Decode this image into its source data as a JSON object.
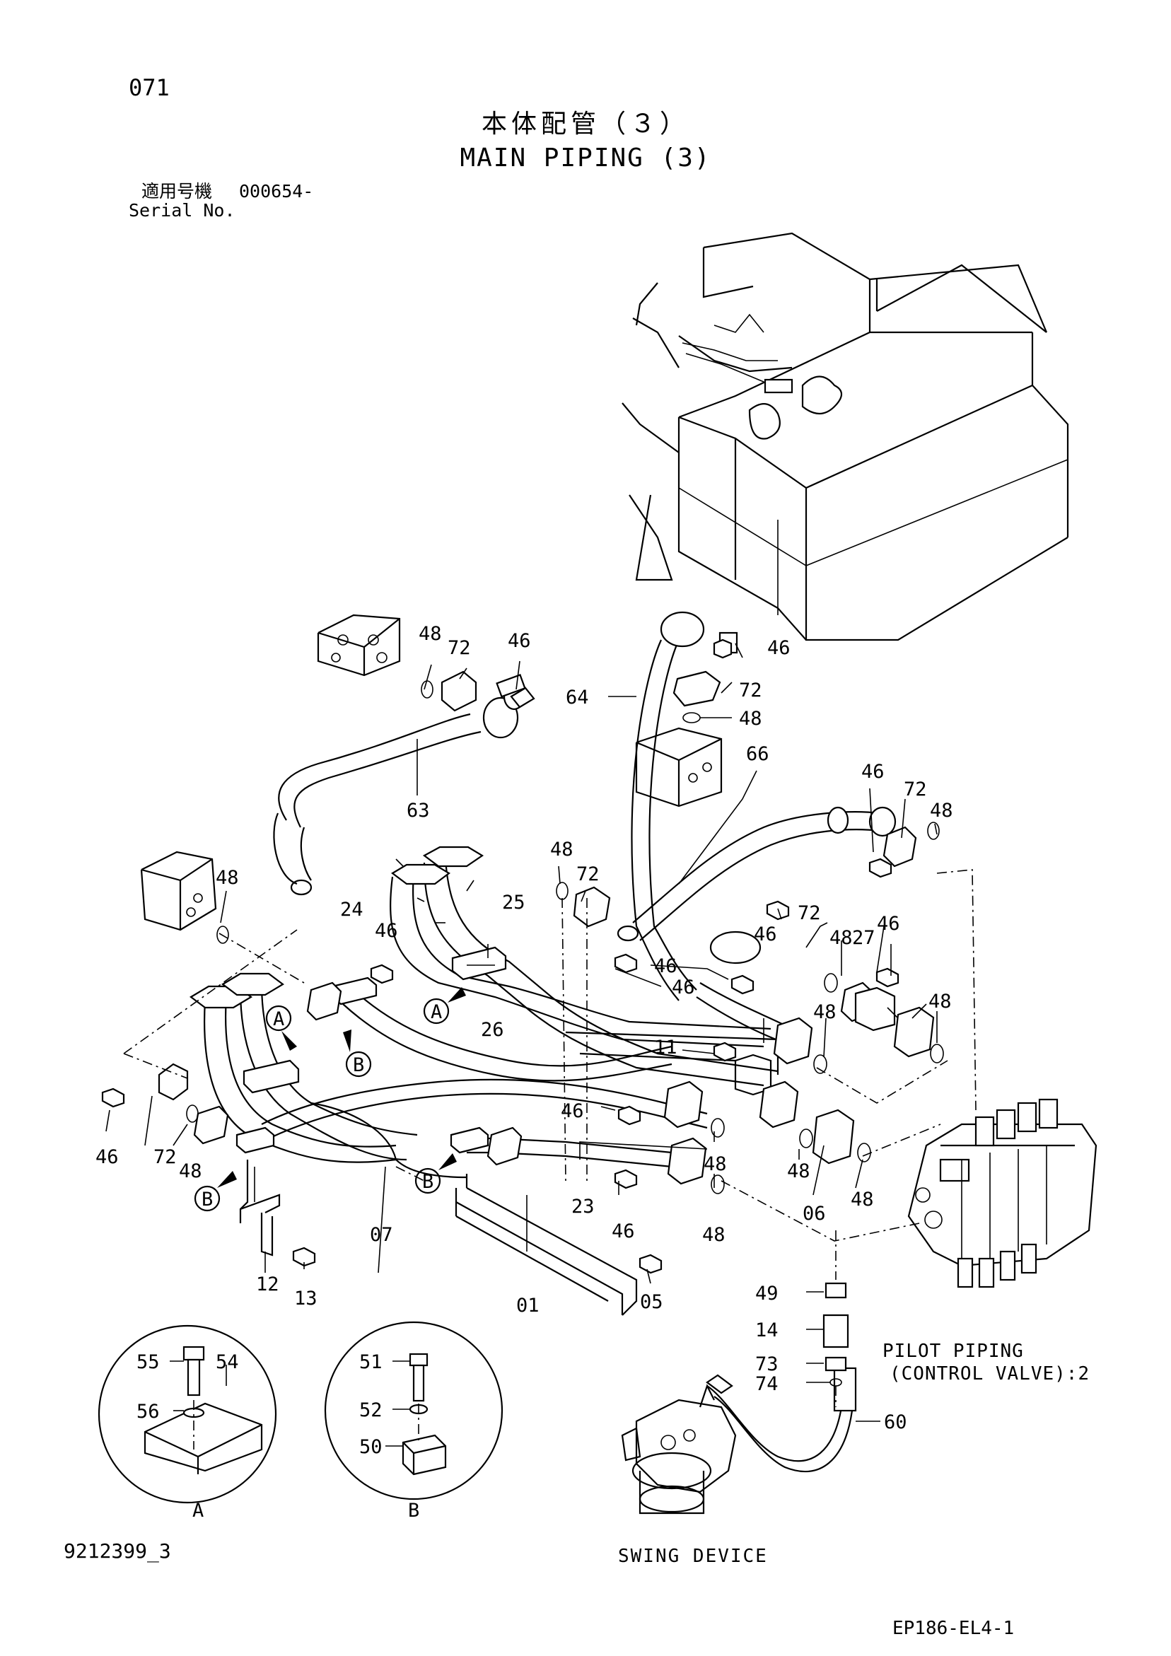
{
  "header": {
    "page_number": "071",
    "title_jp": "本体配管（３）",
    "title_en": "MAIN PIPING (3)",
    "serial_label_jp": "適用号機",
    "serial_value": "000654-",
    "serial_label_en": "Serial No."
  },
  "footer": {
    "doc_code": "9212399_3",
    "figure_code": "EP186-EL4-1"
  },
  "annotations": {
    "pilot_line1": "PILOT PIPING",
    "pilot_line2": "(CONTROL VALVE):2",
    "swing_device": "SWING DEVICE",
    "detail_a": "A",
    "detail_b": "B"
  },
  "part_numbers": {
    "p01": "01",
    "p05": "05",
    "p06": "06",
    "p07": "07",
    "p11": "11",
    "p12": "12",
    "p13": "13",
    "p14": "14",
    "p23": "23",
    "p24": "24",
    "p25": "25",
    "p26": "26",
    "p27": "27",
    "p46": "46",
    "p48": "48",
    "p49": "49",
    "p50": "50",
    "p51": "51",
    "p52": "52",
    "p54": "54",
    "p55": "55",
    "p56": "56",
    "p60": "60",
    "p63": "63",
    "p64": "64",
    "p66": "66",
    "p72": "72",
    "p73": "73",
    "p74": "74"
  },
  "view_markers": {
    "a": "A",
    "b": "B"
  },
  "colors": {
    "ink": "#000000",
    "paper": "#ffffff"
  }
}
